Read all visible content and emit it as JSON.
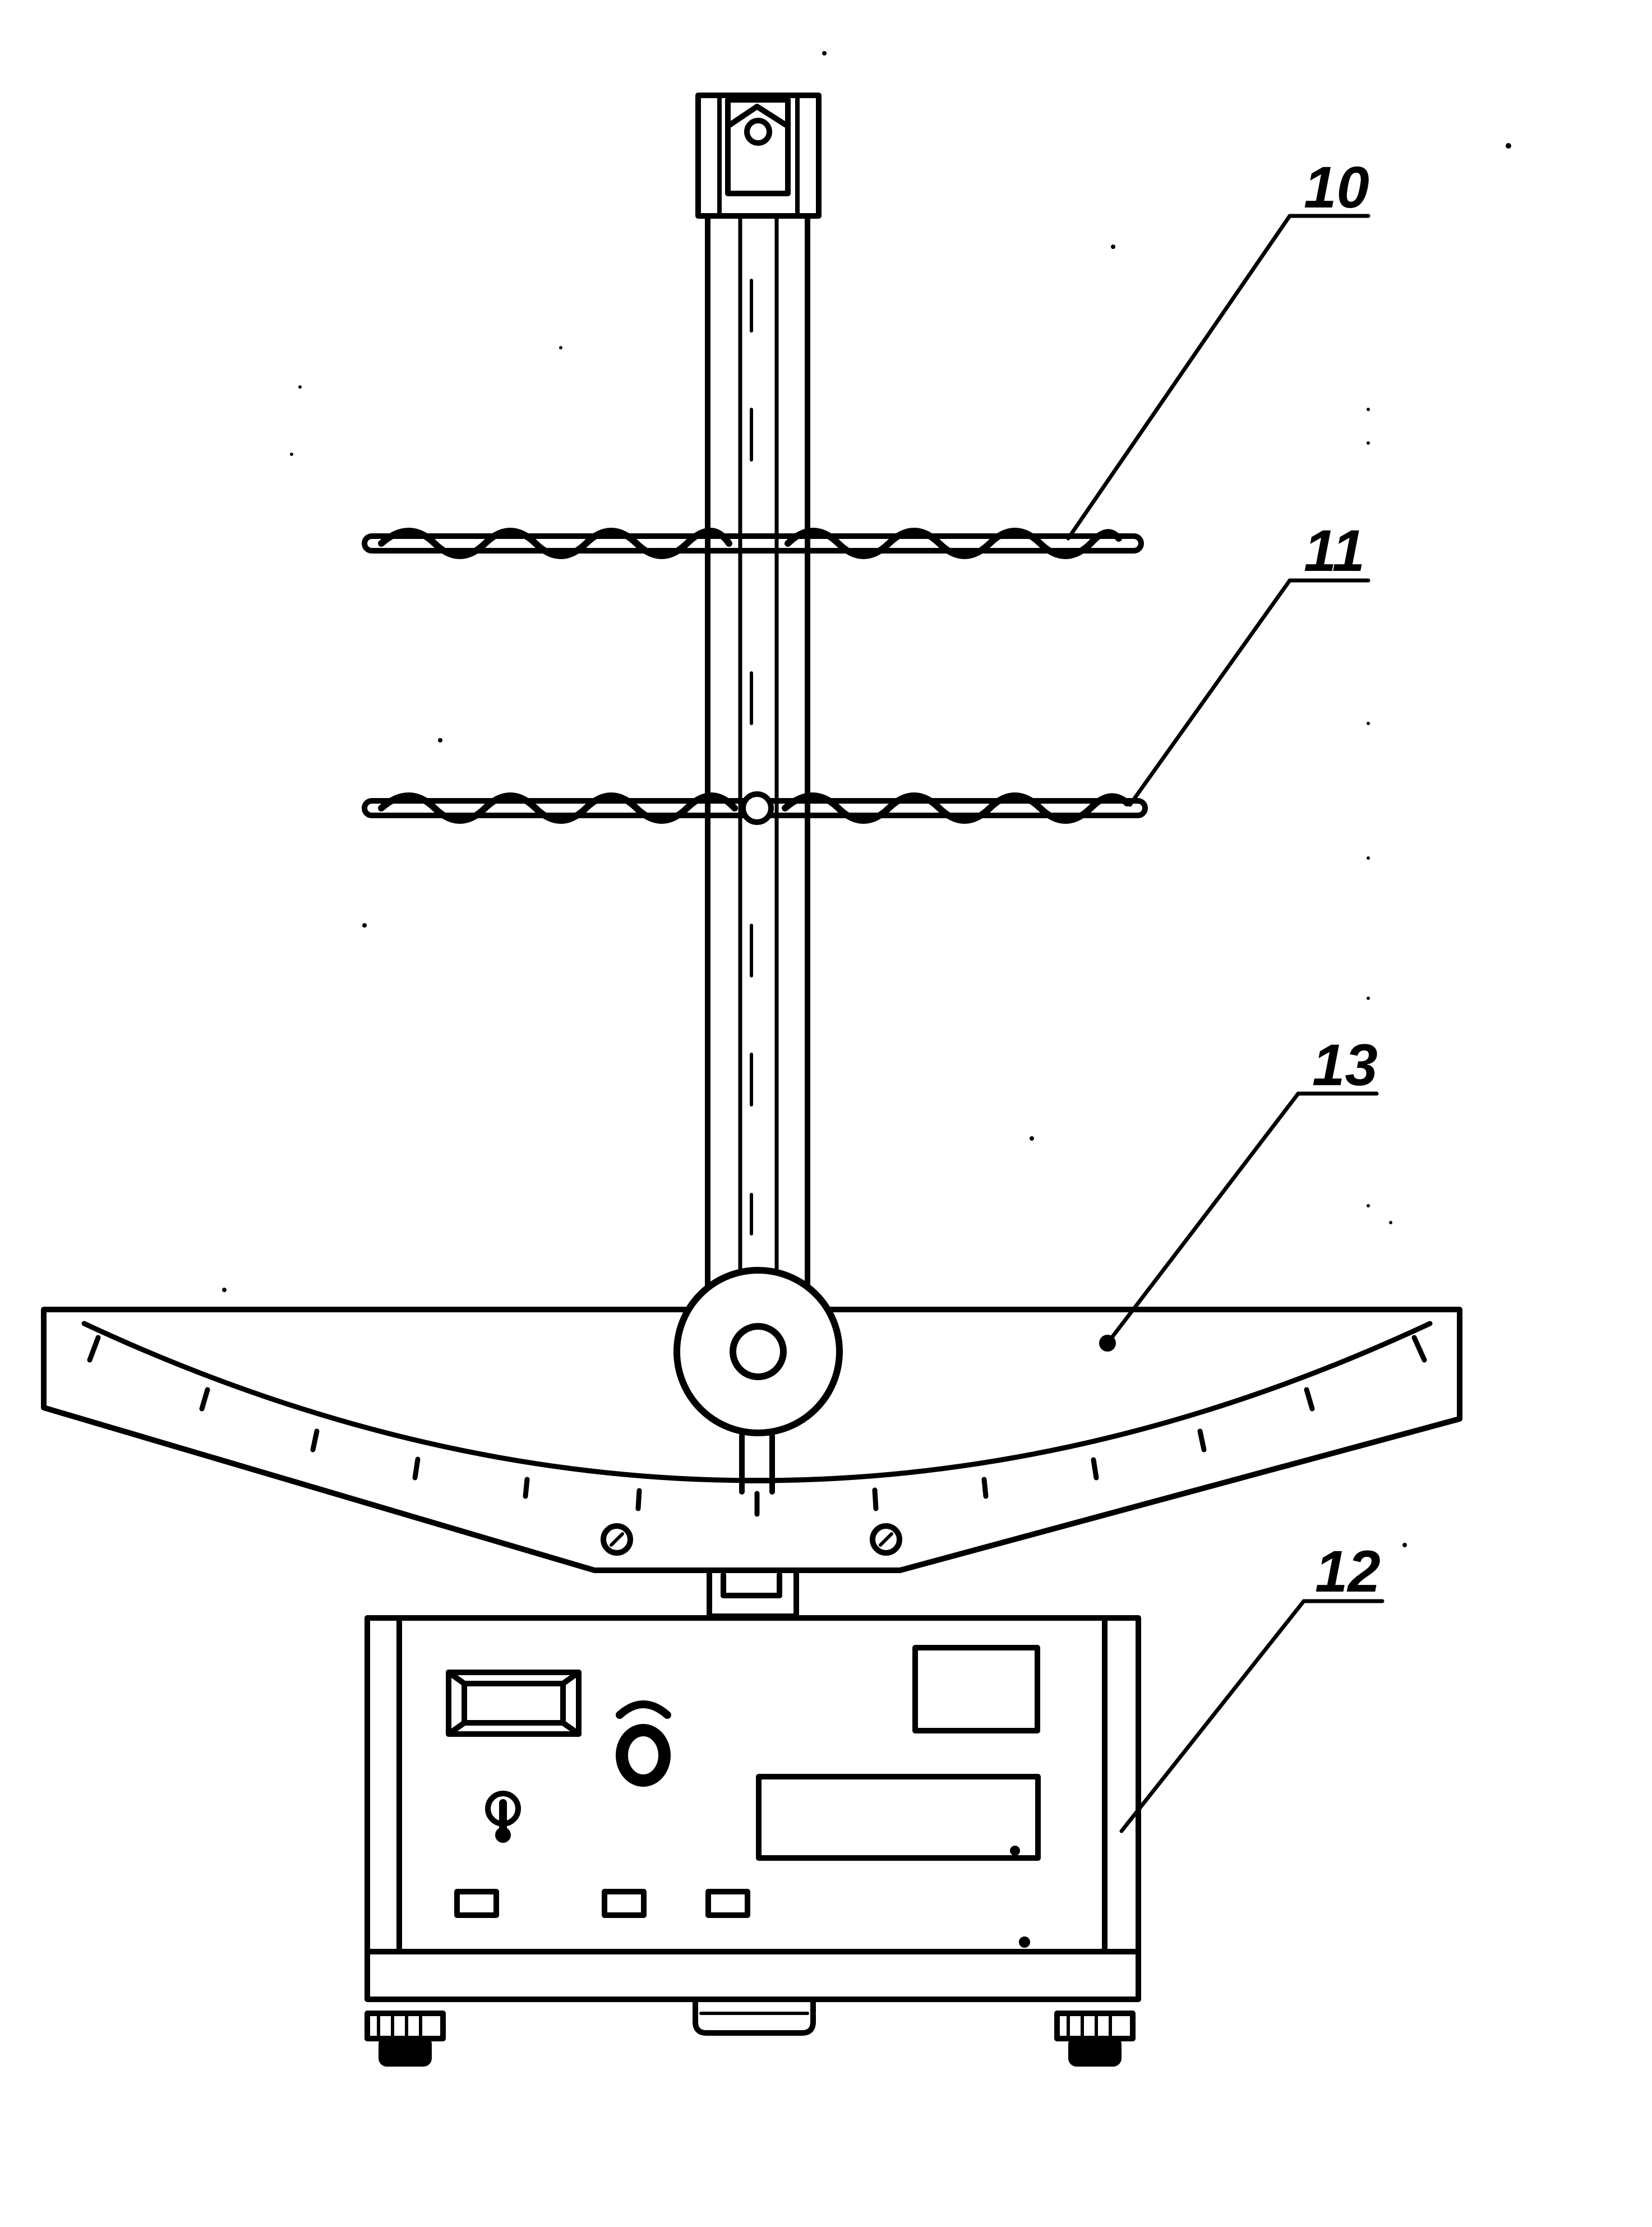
{
  "figure": {
    "ink_color": "#000000",
    "paper_color": "#ffffff",
    "callouts": [
      {
        "id": "callout-10",
        "label": "10"
      },
      {
        "id": "callout-11",
        "label": "11"
      },
      {
        "id": "callout-13",
        "label": "13"
      },
      {
        "id": "callout-12",
        "label": "12"
      }
    ]
  }
}
